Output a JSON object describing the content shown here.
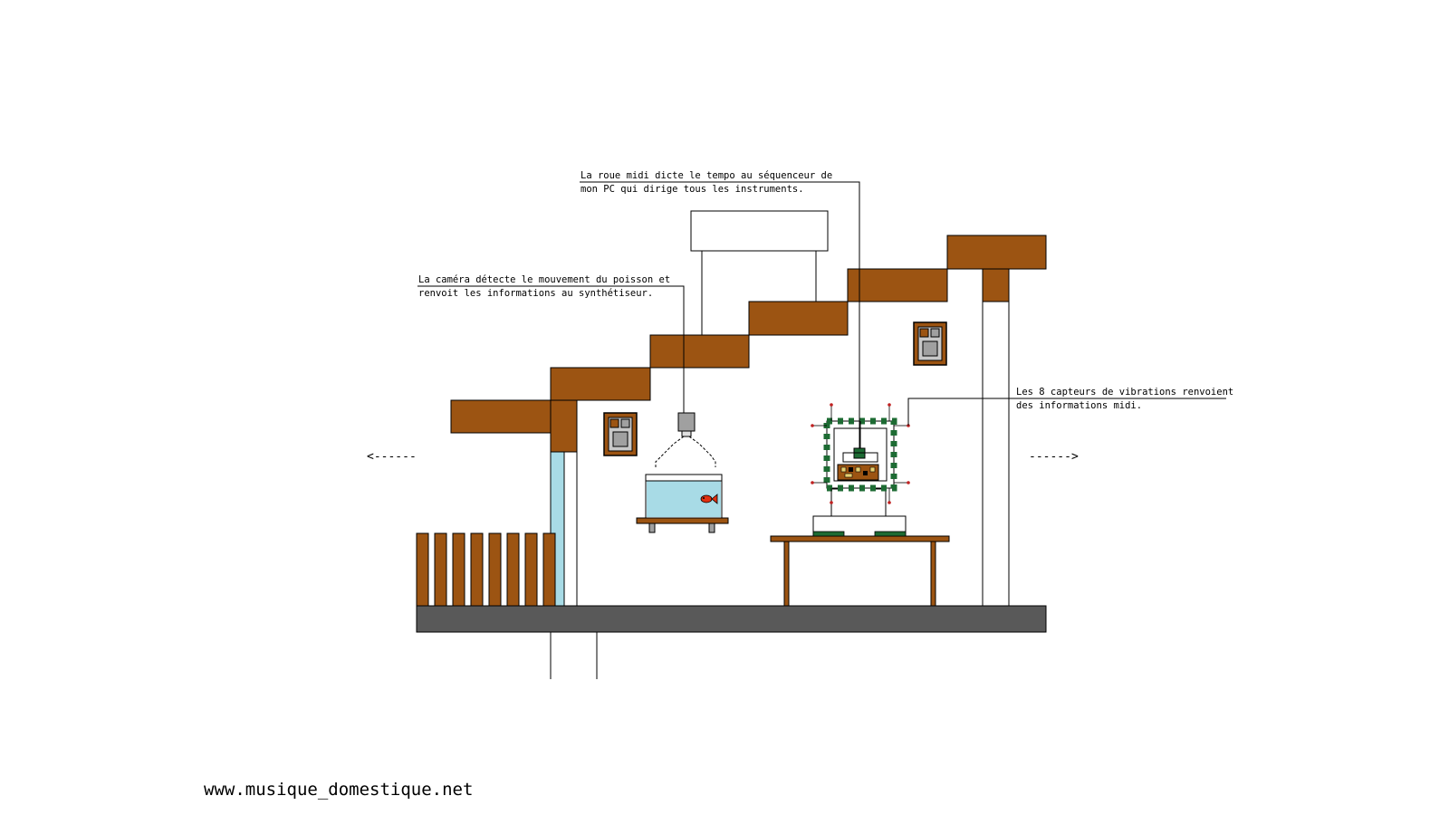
{
  "annotations": {
    "roue_line1": "La roue midi dicte le tempo au séquenceur de",
    "roue_line2": "mon PC qui dirige tous les instruments.",
    "camera_line1": "La caméra détecte le mouvement du poisson et",
    "camera_line2": "renvoit les informations au synthétiseur.",
    "capteurs_line1": "Les 8 capteurs de vibrations renvoient",
    "capteurs_line2": "des informations midi."
  },
  "arrows": {
    "left": "<------",
    "right": "------>"
  },
  "footer": {
    "url": "www.musique_domestique.net"
  },
  "colors": {
    "wood": "#9c5412",
    "floor": "#595959",
    "water": "#a8dbe6",
    "sensor_green": "#1d6b33",
    "speaker_grey": "#a0a0a0",
    "fish": "#e03010",
    "sensor_dot": "#c02020"
  }
}
